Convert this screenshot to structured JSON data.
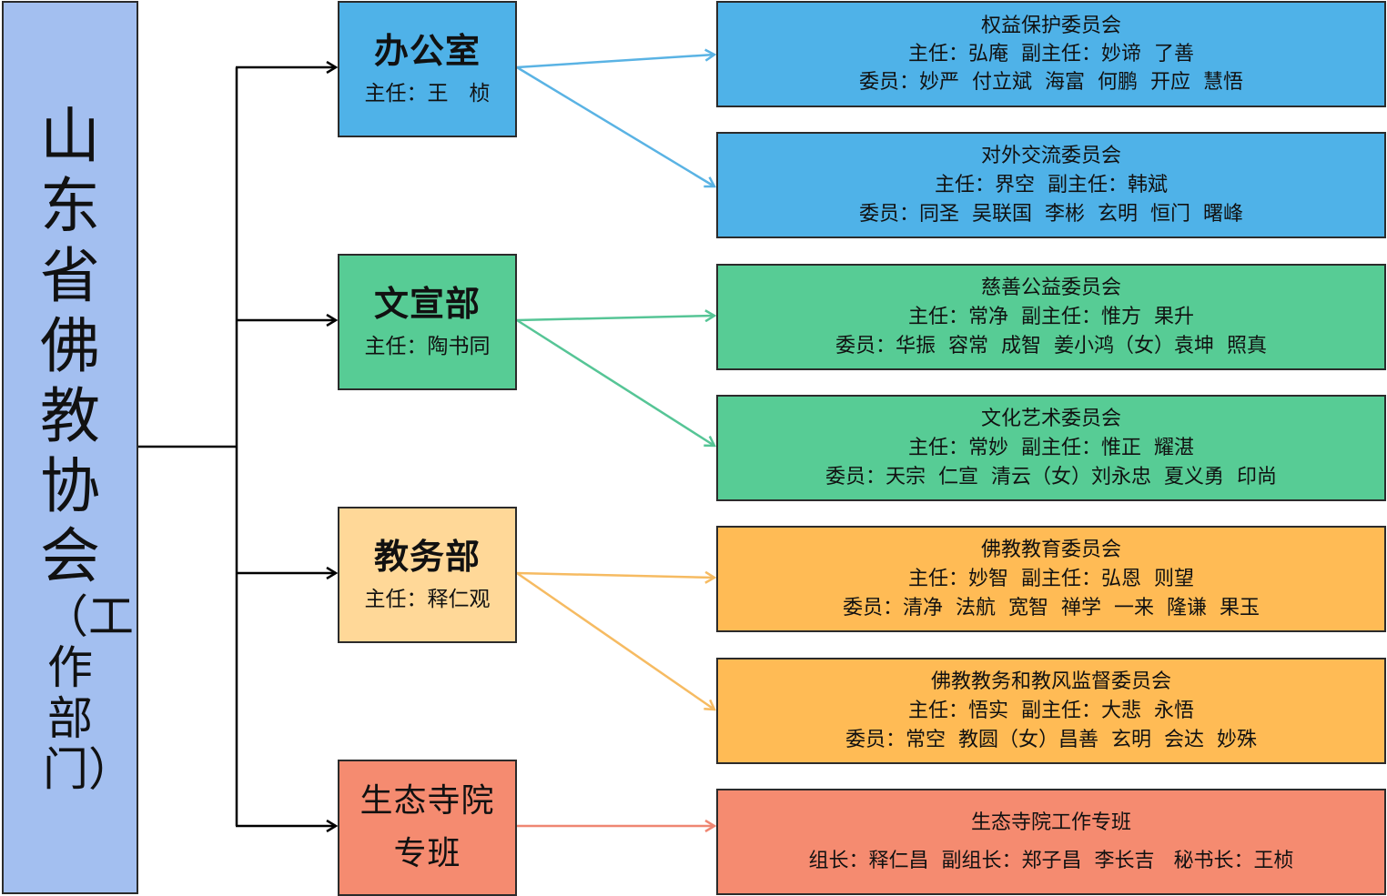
{
  "colors": {
    "root": "#a3bff0",
    "blue": "#4fb2e8",
    "green": "#57cc95",
    "peach": "#ffd898",
    "orange": "#ffbb55",
    "salmon": "#f58b70",
    "blue_line": "#5ab3e4",
    "green_line": "#56c596",
    "orange_line": "#f6bb62",
    "salmon_line": "#ef8672",
    "tree_line": "#000000"
  },
  "root": {
    "title": "山东省佛教协会",
    "subtitle": "（工作部门）"
  },
  "departments": [
    {
      "title": "办公室",
      "director": "主任：王　桢"
    },
    {
      "title": "文宣部",
      "director": "主任：陶书同"
    },
    {
      "title": "教务部",
      "director": "主任：释仁观"
    },
    {
      "title": "生态寺院专班",
      "director": ""
    }
  ],
  "committees": [
    {
      "name": "权益保护委员会",
      "line1": "主任：弘庵  副主任：妙谛  了善",
      "line2": "委员：妙严  付立斌  海富  何鹏  开应  慧悟"
    },
    {
      "name": "对外交流委员会",
      "line1": "主任：界空  副主任：韩斌",
      "line2": "委员：同圣  吴联国  李彬  玄明  恒门  曙峰"
    },
    {
      "name": "慈善公益委员会",
      "line1": "主任：常净  副主任：惟方  果升",
      "line2": "委员：华振  容常  成智  姜小鸿（女）袁坤  照真"
    },
    {
      "name": "文化艺术委员会",
      "line1": "主任：常妙  副主任：惟正  耀湛",
      "line2": "委员：天宗  仁宣  清云（女）刘永忠  夏义勇  印尚"
    },
    {
      "name": "佛教教育委员会",
      "line1": "主任：妙智  副主任：弘恩  则望",
      "line2": "委员：清净  法航  宽智  禅学  一来  隆谦  果玉"
    },
    {
      "name": "佛教教务和教风监督委员会",
      "line1": "主任：悟实  副主任：大悲  永悟",
      "line2": "委员：常空  教圆（女）昌善  玄明  会达  妙殊"
    },
    {
      "name": "生态寺院工作专班",
      "line1": "组长：释仁昌  副组长：郑子昌  李长吉   秘书长：王桢",
      "line2": ""
    }
  ]
}
